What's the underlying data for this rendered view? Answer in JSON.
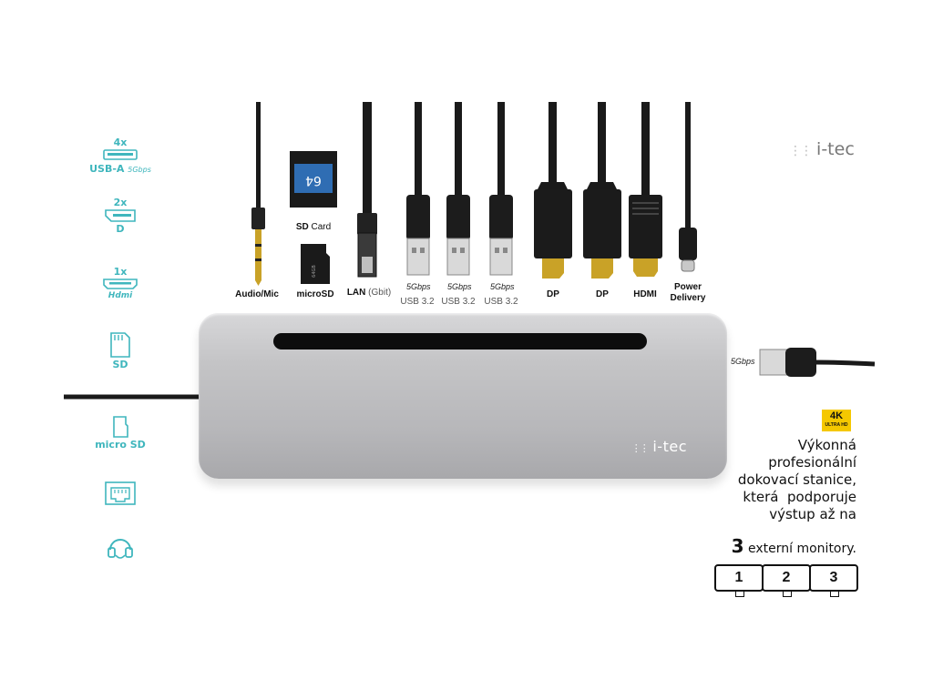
{
  "features": [
    {
      "id": "usba",
      "count": "4x",
      "label": "USB-A",
      "speed": "5Gbps",
      "icon": "usb-a-icon"
    },
    {
      "id": "dp",
      "count": "2x",
      "label": "D",
      "icon": "displayport-icon"
    },
    {
      "id": "hdmi",
      "count": "1x",
      "label": "Hdmi",
      "icon": "hdmi-icon"
    },
    {
      "id": "sd",
      "label": "SD",
      "icon": "sd-card-icon"
    },
    {
      "id": "microsd",
      "label": "micro SD",
      "icon": "micro-sd-icon"
    },
    {
      "id": "lan",
      "icon": "ethernet-icon"
    },
    {
      "id": "audio",
      "icon": "headset-icon"
    }
  ],
  "ports": [
    {
      "label": "Audio/Mic"
    },
    {
      "label": "SD",
      "label_suffix": "Card"
    },
    {
      "label": "microSD"
    },
    {
      "label": "LAN",
      "label_suffix": "(Gbit)"
    },
    {
      "label": "USB 3.2",
      "speed": "5Gbps"
    },
    {
      "label": "USB 3.2",
      "speed": "5Gbps"
    },
    {
      "label": "USB 3.2",
      "speed": "5Gbps"
    },
    {
      "label": "DP"
    },
    {
      "label": "DP"
    },
    {
      "label": "HDMI"
    },
    {
      "label": "Power",
      "label2": "Delivery"
    }
  ],
  "sd_card_text": "64",
  "micro_sd_text": "64GB",
  "host_cable_speed": "5Gbps",
  "brand": "i-tec",
  "dock_brand": "i-tec",
  "badge": {
    "main": "4K",
    "sub": "ULTRA HD"
  },
  "description": [
    "Výkonná",
    "profesionální",
    "dokovací stanice,",
    "která  podporuje",
    "výstup až na"
  ],
  "monitors_count": "3",
  "monitors_text": "externí monitory.",
  "monitor_numbers": [
    "1",
    "2",
    "3"
  ],
  "colors": {
    "accent": "#3fb6bd",
    "dock": "#bdbdc0",
    "badge": "#f5c800"
  }
}
